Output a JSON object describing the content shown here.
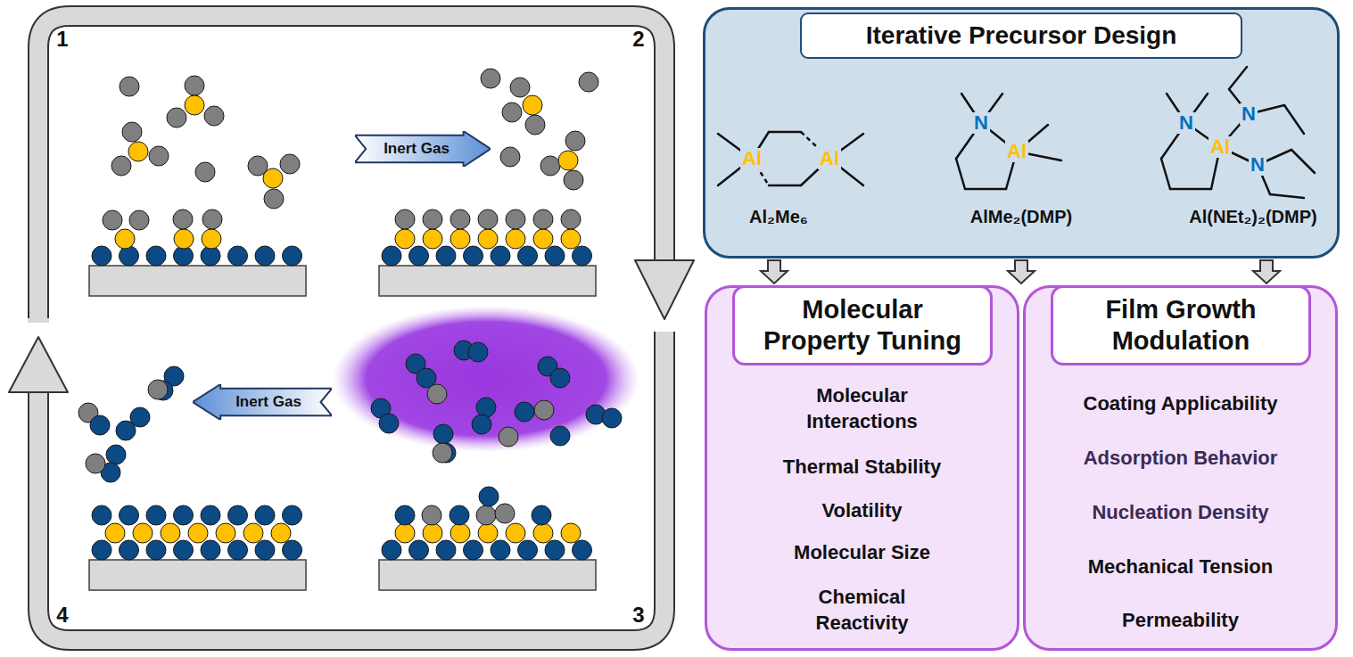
{
  "diagram": {
    "nodes": [
      {
        "text": [
          "Inert Gas"
        ]
      },
      {
        "text": [
          "Inert Gas"
        ]
      },
      {
        "text": [
          "Iterative Precursor Design"
        ]
      },
      {
        "text": [
          "Molecular Property Tuning",
          "Molecular Interactions",
          "Thermal Stability",
          "Volatility",
          "Molecular Size",
          "Chemical Reactivity"
        ]
      },
      {
        "text": [
          "Film Growth Modulation",
          "Coating Applicability",
          "Adsorption Behavior",
          "Nucleation Density",
          "Mechanical Tension",
          "Permeability"
        ]
      }
    ],
    "edges": [
      {
        "from": 2,
        "to": 3,
        "arrow": "to"
      },
      {
        "from": 2,
        "to": 3,
        "arrow": "to"
      },
      {
        "from": 2,
        "to": 4,
        "arrow": "to"
      }
    ],
    "labels": [
      "1",
      "2",
      "3",
      "4",
      "Al",
      "Al",
      "N",
      "Al",
      "N",
      "Al",
      "N",
      "N",
      "Al₂Me₆",
      "AlMe₂(DMP)",
      "Al(NEt₂)₂(DMP)"
    ]
  }
}
